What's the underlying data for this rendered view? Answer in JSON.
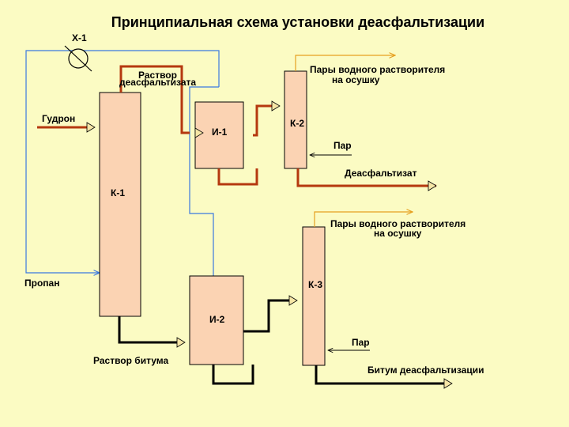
{
  "title": "Принципиальная схема установки деасфальтизации",
  "labels": {
    "x1": "Х-1",
    "gudron": "Гудрон",
    "propan": "Пропан",
    "rastvor_deasph_1": "Раствор",
    "rastvor_deasph_2": "деасфальтизата",
    "rastvor_bituma": "Раствор битума",
    "k1": "К-1",
    "i1": "И-1",
    "k2": "К-2",
    "i2": "И-2",
    "k3": "К-3",
    "vapors_top_1": "Пары водного растворителя",
    "vapors_top_2": "на осушку",
    "vapors_bot_1": "Пары водного растворителя",
    "vapors_bot_2": "на осушку",
    "steam_top": "Пар",
    "steam_bot": "Пар",
    "deasphaltizate": "Деасфальтизат",
    "bitumen": "Битум деасфальтизации"
  },
  "colors": {
    "background": "#fbfbc3",
    "vessel_fill": "#fbd3b3",
    "solution_line": "#b5380f",
    "propane_line": "#3a78e0",
    "vapor_line": "#e6a020",
    "bitumen_line": "#000000"
  }
}
